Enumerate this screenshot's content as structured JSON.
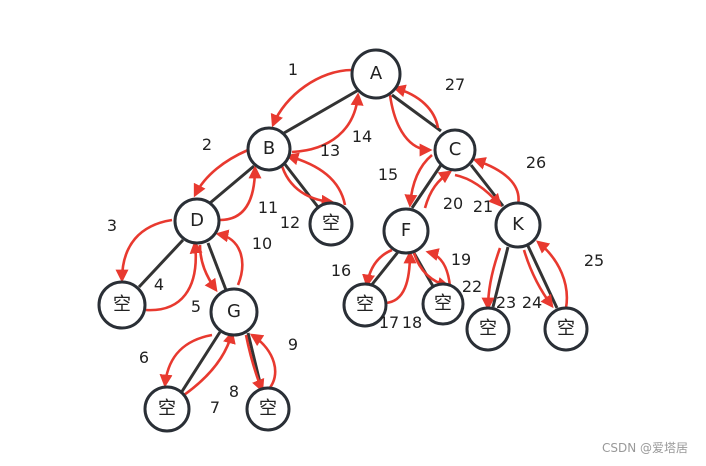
{
  "diagram": {
    "nodes": [
      {
        "id": "A",
        "label": "A"
      },
      {
        "id": "B",
        "label": "B"
      },
      {
        "id": "C",
        "label": "C"
      },
      {
        "id": "D",
        "label": "D"
      },
      {
        "id": "E1",
        "label": "空"
      },
      {
        "id": "F",
        "label": "F"
      },
      {
        "id": "K",
        "label": "K"
      },
      {
        "id": "E2",
        "label": "空"
      },
      {
        "id": "G",
        "label": "G"
      },
      {
        "id": "E3",
        "label": "空"
      },
      {
        "id": "E4",
        "label": "空"
      },
      {
        "id": "E5",
        "label": "空"
      },
      {
        "id": "E6",
        "label": "空"
      },
      {
        "id": "E7",
        "label": "空"
      },
      {
        "id": "E8",
        "label": "空"
      }
    ],
    "edges": [
      [
        "A",
        "B"
      ],
      [
        "A",
        "C"
      ],
      [
        "B",
        "D"
      ],
      [
        "B",
        "E1"
      ],
      [
        "C",
        "F"
      ],
      [
        "C",
        "K"
      ],
      [
        "D",
        "E2"
      ],
      [
        "D",
        "G"
      ],
      [
        "G",
        "E3"
      ],
      [
        "G",
        "E4"
      ],
      [
        "F",
        "E5"
      ],
      [
        "F",
        "E6"
      ],
      [
        "K",
        "E7"
      ],
      [
        "K",
        "E8"
      ]
    ],
    "steps": [
      "1",
      "2",
      "3",
      "4",
      "5",
      "6",
      "7",
      "8",
      "9",
      "10",
      "11",
      "12",
      "13",
      "14",
      "15",
      "16",
      "17",
      "18",
      "19",
      "20",
      "21",
      "22",
      "23",
      "24",
      "25",
      "26",
      "27"
    ]
  },
  "colors": {
    "arrow": "#e8392f",
    "edge": "#333333",
    "node": "#2a2f36"
  },
  "watermark": "CSDN @爱塔居"
}
